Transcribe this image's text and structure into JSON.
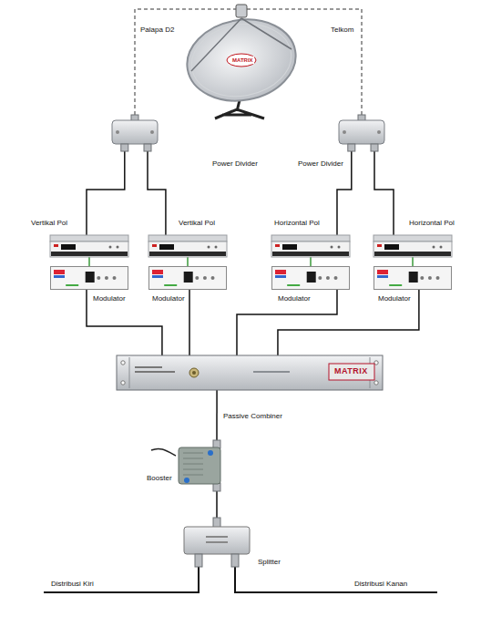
{
  "diagram": {
    "nodes": [
      {
        "text": [
          "Power Divider"
        ]
      },
      {
        "text": [
          "Power Divider"
        ]
      },
      {
        "text": [
          "Vertikal Pol"
        ]
      },
      {
        "text": [
          "Vertikal Pol"
        ]
      },
      {
        "text": [
          "Horizontal Pol"
        ]
      },
      {
        "text": [
          "Horizontal Pol"
        ]
      },
      {
        "text": [
          "Modulator"
        ]
      },
      {
        "text": [
          "Modulator"
        ]
      },
      {
        "text": [
          "Modulator"
        ]
      },
      {
        "text": [
          "Modulator"
        ]
      },
      {
        "text": [
          "Passive Combiner",
          "MATRIX"
        ]
      },
      {
        "text": [
          "Booster"
        ]
      },
      {
        "text": [
          "Splitter"
        ]
      }
    ],
    "edges": [
      {
        "from": 0,
        "to": 2,
        "arrow": "none"
      },
      {
        "from": 0,
        "to": 3,
        "arrow": "none"
      },
      {
        "from": 1,
        "to": 4,
        "arrow": "none"
      },
      {
        "from": 1,
        "to": 5,
        "arrow": "none"
      },
      {
        "from": 2,
        "to": 6,
        "arrow": "none"
      },
      {
        "from": 3,
        "to": 7,
        "arrow": "none"
      },
      {
        "from": 4,
        "to": 8,
        "arrow": "none"
      },
      {
        "from": 5,
        "to": 9,
        "arrow": "none"
      },
      {
        "from": 6,
        "to": 10,
        "arrow": "none"
      },
      {
        "from": 7,
        "to": 10,
        "arrow": "none"
      },
      {
        "from": 8,
        "to": 10,
        "arrow": "none"
      },
      {
        "from": 9,
        "to": 10,
        "arrow": "none"
      },
      {
        "from": 10,
        "to": 11,
        "arrow": "none"
      },
      {
        "from": 11,
        "to": 12,
        "arrow": "none"
      }
    ],
    "labels": [
      "Palapa D2",
      "Telkom",
      "MATRIX",
      "Distribusi Kiri",
      "Distribusi Kanan"
    ]
  }
}
